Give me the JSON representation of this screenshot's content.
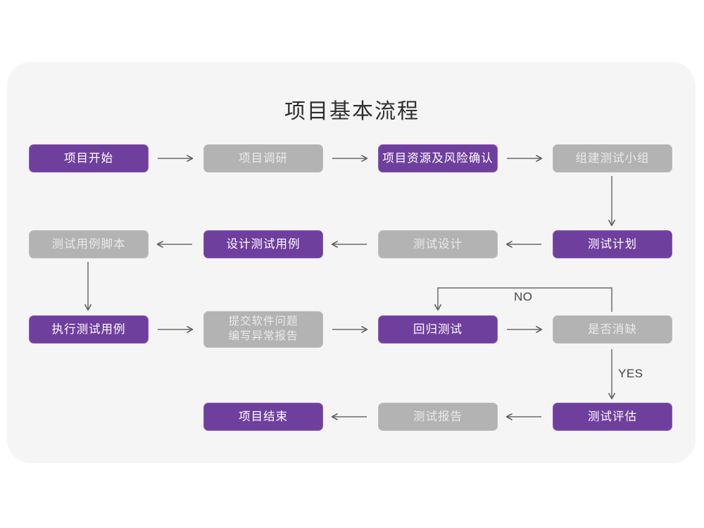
{
  "page": {
    "title": "项目基本流程",
    "background_color": "#ffffff",
    "card_color": "#f5f5f5"
  },
  "theme": {
    "accent_purple": "#6f3f9e",
    "accent_purple_border": "#8c5cb5",
    "muted_gray": "#b3b3b3",
    "muted_gray_text": "#eaeaea",
    "connector_color": "#6b6b6b",
    "title_color": "#2f2f2f"
  },
  "chart_data": {
    "type": "diagram",
    "title": "项目基本流程",
    "nodes": [
      {
        "id": "n1",
        "label": "项目开始",
        "style": "purple",
        "row": 1,
        "col": 1
      },
      {
        "id": "n2",
        "label": "项目调研",
        "style": "gray",
        "row": 1,
        "col": 2
      },
      {
        "id": "n3",
        "label": "项目资源及风险确认",
        "style": "purple",
        "row": 1,
        "col": 3
      },
      {
        "id": "n4",
        "label": "组建测试小组",
        "style": "gray",
        "row": 1,
        "col": 4
      },
      {
        "id": "n5",
        "label": "测试用例脚本",
        "style": "gray",
        "row": 2,
        "col": 1
      },
      {
        "id": "n6",
        "label": "设计测试用例",
        "style": "purple",
        "row": 2,
        "col": 2
      },
      {
        "id": "n7",
        "label": "测试设计",
        "style": "gray",
        "row": 2,
        "col": 3
      },
      {
        "id": "n8",
        "label": "测试计划",
        "style": "purple",
        "row": 2,
        "col": 4
      },
      {
        "id": "n9",
        "label": "执行测试用例",
        "style": "purple",
        "row": 3,
        "col": 1
      },
      {
        "id": "n10",
        "label": "提交软件问题\n编写异常报告",
        "style": "gray",
        "row": 3,
        "col": 2
      },
      {
        "id": "n11",
        "label": "回归测试",
        "style": "purple",
        "row": 3,
        "col": 3
      },
      {
        "id": "n12",
        "label": "是否消缺",
        "style": "gray",
        "row": 3,
        "col": 4
      },
      {
        "id": "n13",
        "label": "项目结束",
        "style": "purple",
        "row": 4,
        "col": 2
      },
      {
        "id": "n14",
        "label": "测试报告",
        "style": "gray",
        "row": 4,
        "col": 3
      },
      {
        "id": "n15",
        "label": "测试评估",
        "style": "purple",
        "row": 4,
        "col": 4
      }
    ],
    "edges": [
      {
        "from": "n1",
        "to": "n2",
        "label": "",
        "direction": "right"
      },
      {
        "from": "n2",
        "to": "n3",
        "label": "",
        "direction": "right"
      },
      {
        "from": "n3",
        "to": "n4",
        "label": "",
        "direction": "right"
      },
      {
        "from": "n4",
        "to": "n8",
        "label": "",
        "direction": "down"
      },
      {
        "from": "n8",
        "to": "n7",
        "label": "",
        "direction": "left"
      },
      {
        "from": "n7",
        "to": "n6",
        "label": "",
        "direction": "left"
      },
      {
        "from": "n6",
        "to": "n5",
        "label": "",
        "direction": "left"
      },
      {
        "from": "n5",
        "to": "n9",
        "label": "",
        "direction": "down"
      },
      {
        "from": "n9",
        "to": "n10",
        "label": "",
        "direction": "right"
      },
      {
        "from": "n10",
        "to": "n11",
        "label": "",
        "direction": "right"
      },
      {
        "from": "n11",
        "to": "n12",
        "label": "",
        "direction": "right"
      },
      {
        "from": "n12",
        "to": "n11",
        "label": "NO",
        "direction": "loop-up-left"
      },
      {
        "from": "n12",
        "to": "n15",
        "label": "YES",
        "direction": "down"
      },
      {
        "from": "n15",
        "to": "n14",
        "label": "",
        "direction": "left"
      },
      {
        "from": "n14",
        "to": "n13",
        "label": "",
        "direction": "left"
      }
    ],
    "edge_labels": [
      "NO",
      "YES"
    ]
  }
}
